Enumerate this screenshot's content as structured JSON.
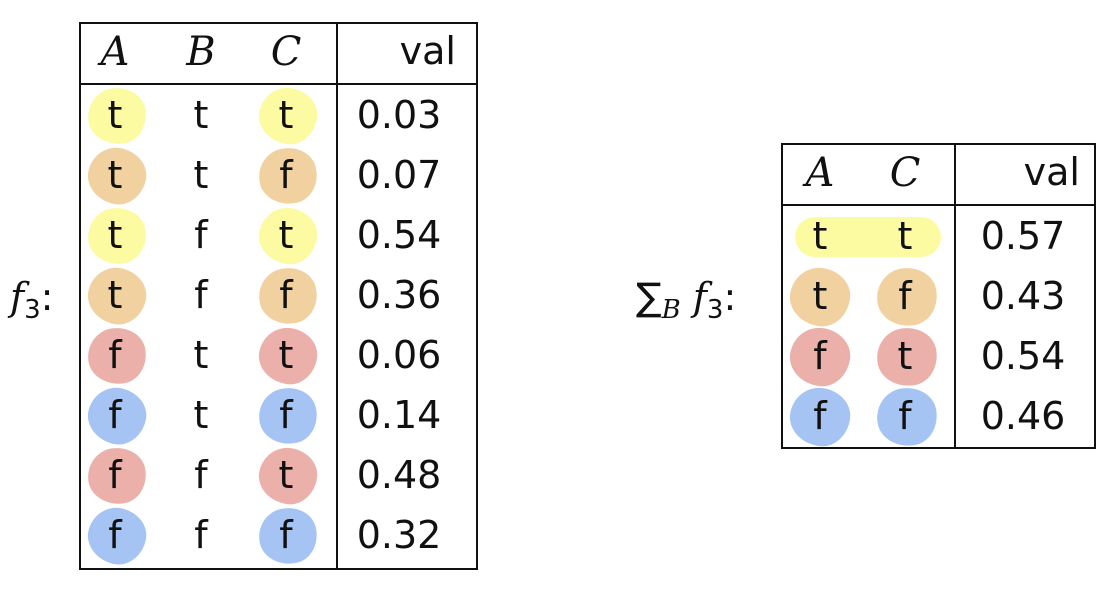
{
  "colors": {
    "yellow": "#fbfa92",
    "orange": "#eec98f",
    "red": "#e8a29b",
    "blue": "#97baf1"
  },
  "left": {
    "label": {
      "name": "f",
      "sub": "3",
      "suffix": ":"
    },
    "headers": [
      "A",
      "B",
      "C",
      "val"
    ],
    "rows": [
      {
        "a": "t",
        "b": "t",
        "c": "t",
        "val": "0.03",
        "color": "yellow"
      },
      {
        "a": "t",
        "b": "t",
        "c": "f",
        "val": "0.07",
        "color": "orange"
      },
      {
        "a": "t",
        "b": "f",
        "c": "t",
        "val": "0.54",
        "color": "yellow"
      },
      {
        "a": "t",
        "b": "f",
        "c": "f",
        "val": "0.36",
        "color": "orange"
      },
      {
        "a": "f",
        "b": "t",
        "c": "t",
        "val": "0.06",
        "color": "red"
      },
      {
        "a": "f",
        "b": "t",
        "c": "f",
        "val": "0.14",
        "color": "blue"
      },
      {
        "a": "f",
        "b": "f",
        "c": "t",
        "val": "0.48",
        "color": "red"
      },
      {
        "a": "f",
        "b": "f",
        "c": "f",
        "val": "0.32",
        "color": "blue"
      }
    ]
  },
  "right": {
    "label": {
      "sum": "∑",
      "sum_sub": "B",
      "name": "f",
      "sub": "3",
      "suffix": ":"
    },
    "headers": [
      "A",
      "C",
      "val"
    ],
    "rows": [
      {
        "a": "t",
        "c": "t",
        "val": "0.57",
        "color": "yellow"
      },
      {
        "a": "t",
        "c": "f",
        "val": "0.43",
        "color": "orange"
      },
      {
        "a": "f",
        "c": "t",
        "val": "0.54",
        "color": "red"
      },
      {
        "a": "f",
        "c": "f",
        "val": "0.46",
        "color": "blue"
      }
    ]
  }
}
